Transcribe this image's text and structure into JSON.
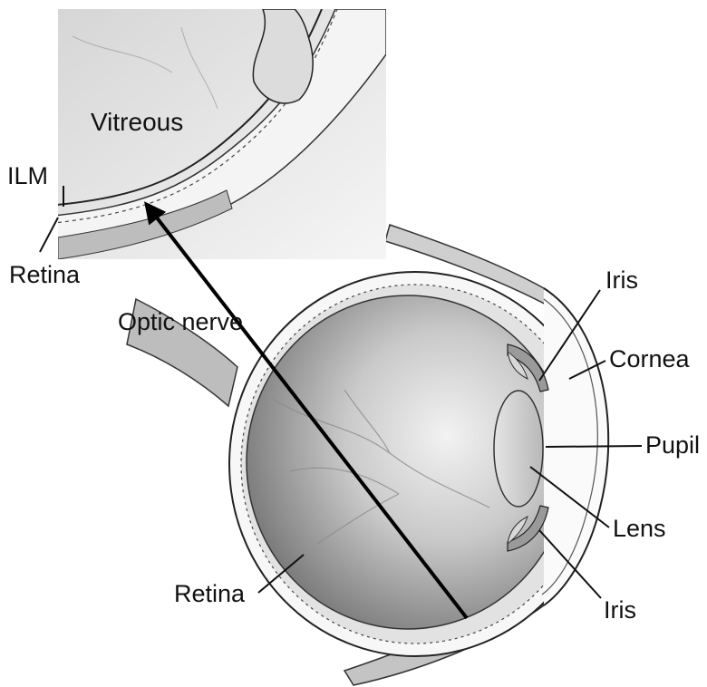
{
  "labels": {
    "vitreous": "Vitreous",
    "ilm": "ILM",
    "retina_inset": "Retina",
    "optic_nerve": "Optic nerve",
    "iris_top": "Iris",
    "cornea": "Cornea",
    "pupil": "Pupil",
    "lens": "Lens",
    "iris_bottom": "Iris",
    "retina_main": "Retina"
  }
}
